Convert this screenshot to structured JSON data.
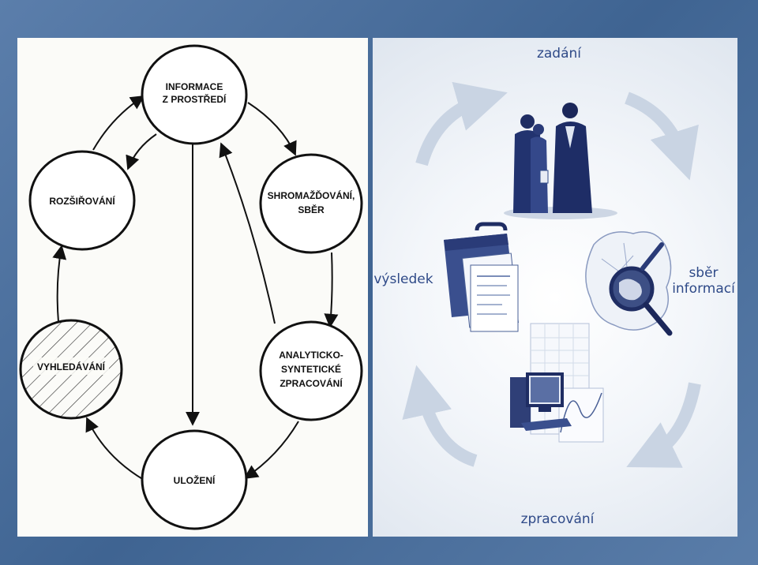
{
  "left_diagram": {
    "nodes": [
      {
        "id": "info",
        "lines": [
          "INFORMACE",
          "Z PROSTŘEDÍ"
        ]
      },
      {
        "id": "sber",
        "lines": [
          "SHROMAŽĎOVÁNÍ,",
          "SBĚR"
        ]
      },
      {
        "id": "analyza",
        "lines": [
          "ANALYTICKO-",
          "SYNTETICKÉ",
          "ZPRACOVÁNÍ"
        ]
      },
      {
        "id": "ulozeni",
        "lines": [
          "ULOŽENÍ"
        ]
      },
      {
        "id": "vyhledavani",
        "lines": [
          "VYHLEDÁVÁNÍ"
        ]
      },
      {
        "id": "rozsirovani",
        "lines": [
          "ROZŠIŘOVÁNÍ"
        ]
      }
    ]
  },
  "right_diagram": {
    "labels": {
      "top": "zadání",
      "right_1": "sběr",
      "right_2": "informací",
      "left": "výsledek",
      "bottom": "zpracování"
    }
  },
  "colors": {
    "frame": "#4a6d9a",
    "ink": "#2f4a88",
    "arrow_light": "#c9d4e3"
  }
}
